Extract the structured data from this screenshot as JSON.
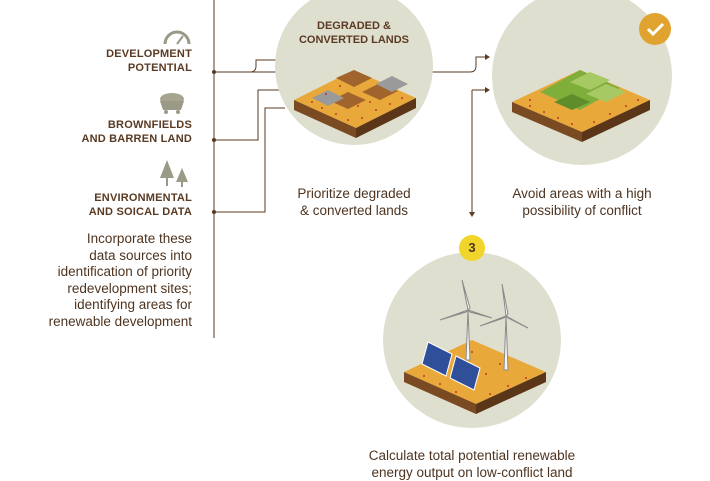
{
  "left_panel": {
    "categories": [
      {
        "label": "DEVELOPMENT\nPOTENTIAL",
        "icon": "gauge-icon"
      },
      {
        "label": "BROWNFIELDS\nAND BARREN LAND",
        "icon": "mine-cart-icon"
      },
      {
        "label": "ENVIRONMENTAL\nAND SOICAL DATA",
        "icon": "trees-icon"
      }
    ],
    "description": "Incorporate these\ndata sources into\nidentification of priority\nredevelopment sites;\nidentifying areas for\nrenewable development"
  },
  "steps": [
    {
      "title": "DEGRADED &\nCONVERTED LANDS",
      "caption": "Prioritize degraded\n& converted lands"
    },
    {
      "badge": "",
      "caption": "Avoid areas with a high\npossibility of conflict"
    },
    {
      "badge": "3",
      "caption": "Calculate total potential renewable\nenergy output on low-conflict land"
    }
  ],
  "colors": {
    "brown": "#5a3a22",
    "circle": "#dfdfcf",
    "yellow": "#f2d52a",
    "soil": "#e9a93a",
    "green": "#7fae3b"
  }
}
